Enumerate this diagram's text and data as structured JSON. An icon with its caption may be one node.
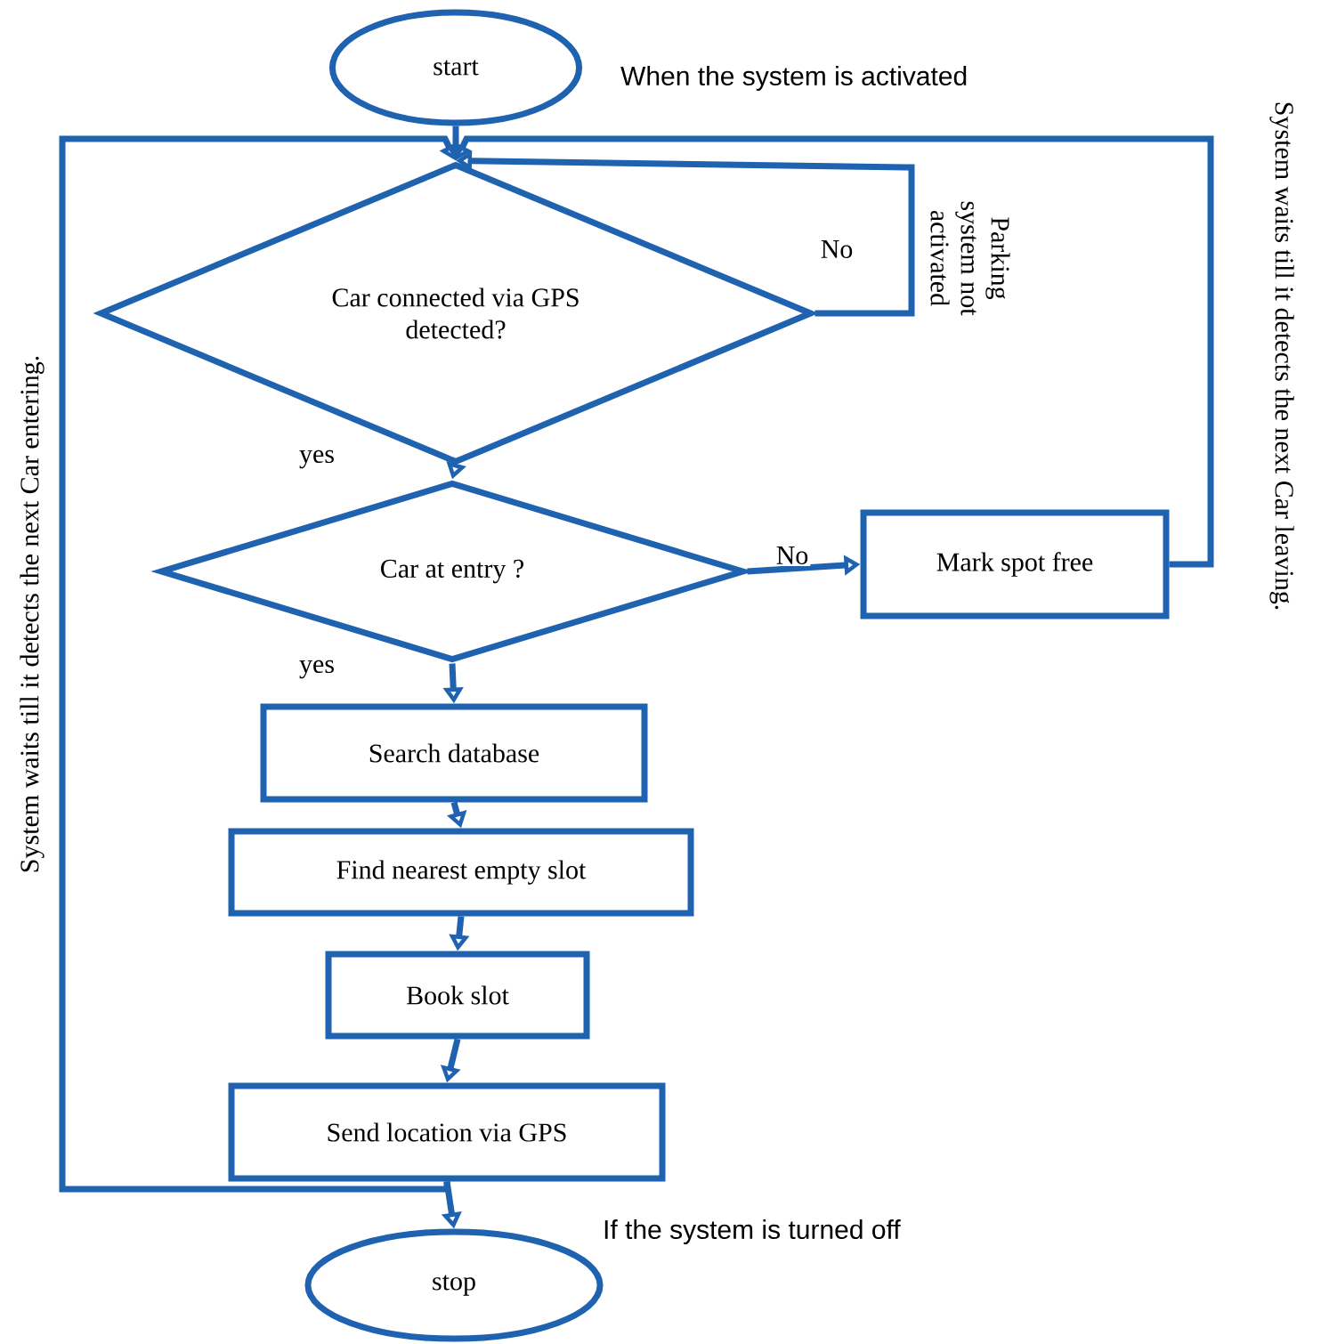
{
  "diagram": {
    "nodes": [
      {
        "text": [
          "start"
        ],
        "beside": [
          "When the system is activated"
        ]
      },
      {
        "text": [
          "Car connected via GPS detected?"
        ]
      },
      {
        "text": [
          "Car at entry ?"
        ]
      },
      {
        "text": [
          "Mark spot free"
        ]
      },
      {
        "text": [
          "Search database"
        ]
      },
      {
        "text": [
          "Find nearest empty slot"
        ]
      },
      {
        "text": [
          "Book slot"
        ]
      },
      {
        "text": [
          "Send location via GPS"
        ]
      },
      {
        "text": [
          "stop"
        ],
        "beside": [
          "If the system is turned off"
        ]
      }
    ],
    "edges": [
      {
        "from": 0,
        "to": 1,
        "arrow": "to"
      },
      {
        "from": 1,
        "to": 1,
        "arrow": "to",
        "label": "No"
      },
      {
        "from": 1,
        "to": 2,
        "arrow": "to",
        "label": "yes"
      },
      {
        "from": 2,
        "to": 3,
        "arrow": "to",
        "label": "No"
      },
      {
        "from": 3,
        "to": 1,
        "arrow": "to"
      },
      {
        "from": 2,
        "to": 4,
        "arrow": "to",
        "label": "yes"
      },
      {
        "from": 4,
        "to": 5,
        "arrow": "to"
      },
      {
        "from": 5,
        "to": 6,
        "arrow": "to"
      },
      {
        "from": 6,
        "to": 7,
        "arrow": "to"
      },
      {
        "from": 7,
        "to": 8,
        "arrow": "to"
      },
      {
        "from": 7,
        "to": 1,
        "arrow": "to"
      }
    ],
    "labels": [
      "Parking system not activated",
      "System waits till it detects the next Car leaving.",
      "System waits till it detects the next Car entering."
    ]
  }
}
